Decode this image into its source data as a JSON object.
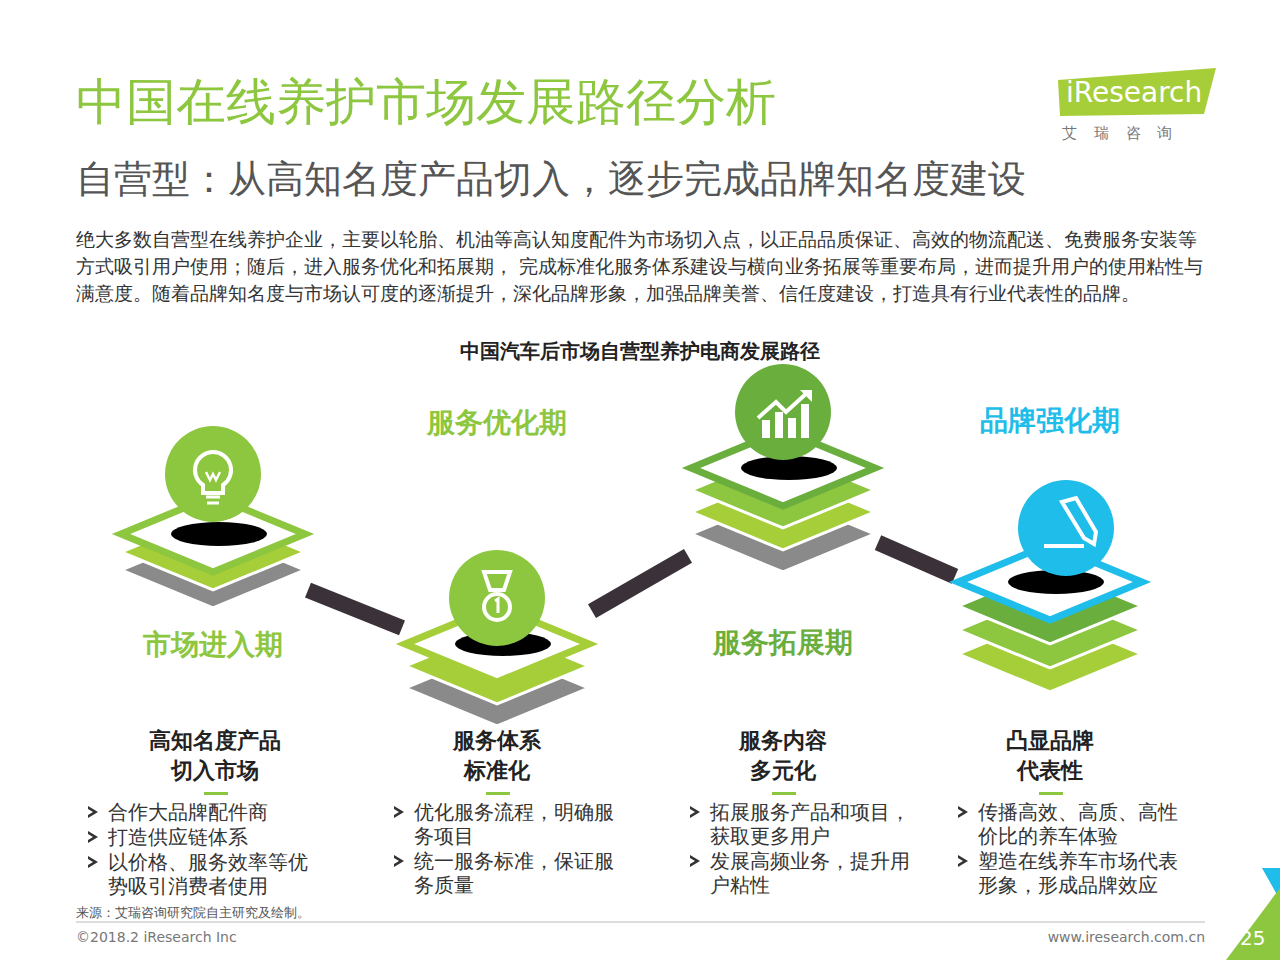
{
  "diagram": {
    "title": "中国在线养护市场发展路径分析",
    "nodes": [
      {
        "text": [
          "市场进入期"
        ]
      },
      {
        "text": [
          "服务优化期"
        ]
      },
      {
        "text": [
          "服务拓展期"
        ]
      },
      {
        "text": [
          "品牌强化期"
        ]
      }
    ],
    "edges": [
      {
        "from": 0,
        "to": 1,
        "arrow": "none"
      },
      {
        "from": 1,
        "to": 2,
        "arrow": "none"
      },
      {
        "from": 2,
        "to": 3,
        "arrow": "none"
      }
    ],
    "labels": [
      "iResearch",
      "艾 瑞 咨 询",
      "自营型：从高知名度产品切入，逐步完成品牌知名度建设",
      "绝大多数自营型在线养护企业，主要以轮胎、机油等高认知度配件为市场切入点，以正品品质保证、高效的物流配送、免费服务安装等方式吸引用户使用；随后，进入服务优化和拓展期， 完成标准化服务体系建设与横向业务拓展等重要布局，进而提升用户的使用粘性与满意度。随着品牌知名度与市场认可度的逐渐提升，深化品牌形象，加强品牌美誉、信任度建设，打造具有行业代表性的品牌。",
      "中国汽车后市场自营型养护电商发展路径",
      "高知名度产品 切入市场",
      "合作大品牌配件商",
      "打造供应链体系",
      "以价格、服务效率等优势吸引消费者使用",
      "服务体系 标准化",
      "优化服务流程，明确服务项目",
      "统一服务标准，保证服务质量",
      "服务内容 多元化",
      "拓展服务产品和项目，获取更多用户",
      "发展高频业务，提升用户粘性",
      "凸显品牌 代表性",
      "传播高效、高质、高性价比的养车体验",
      "塑造在线养车市场代表形象，形成品牌效应",
      "来源：艾瑞咨询研究院自主研究及绘制。",
      "©2018.2 iResearch Inc",
      "www.iresearch.com.cn",
      "25"
    ]
  }
}
